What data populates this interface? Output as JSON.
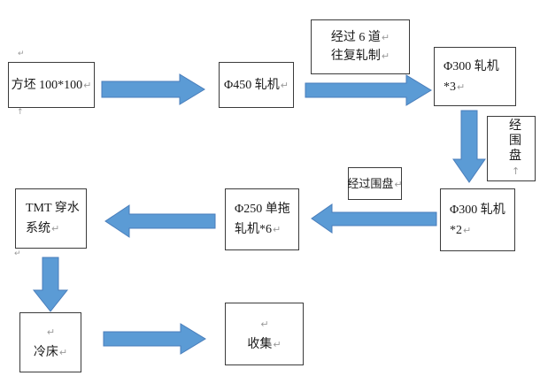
{
  "diagram_type": "flowchart",
  "nodes": {
    "billet": {
      "label": "方坯 100*100",
      "mark": "↵"
    },
    "mill_450": {
      "label": "Φ450 轧机",
      "mark": "↵"
    },
    "pass_note": {
      "line1": "经过 6 道",
      "mark1": "↵",
      "line2": "往复轧制",
      "mark2": "↵"
    },
    "mill_300_x3": {
      "line1": "Φ300 轧机",
      "line2": "*3",
      "mark": "↵"
    },
    "coil_note_vertical": {
      "label": "经围盘",
      "mark": "↑"
    },
    "mill_300_x2": {
      "line1": "Φ300 轧机",
      "line2": "*2",
      "mark": "↵"
    },
    "coil_note": {
      "label": "经过围盘",
      "mark": "↵"
    },
    "mill_250": {
      "line1": "Φ250 单拖",
      "line2": "轧机*6",
      "mark": "↵"
    },
    "tmt": {
      "line1": "TMT 穿水",
      "line2": "系统",
      "mark": "↵"
    },
    "cooling_bed": {
      "top_mark": "↵",
      "label": "冷床",
      "mark": "↵"
    },
    "collect": {
      "top_mark": "↵",
      "label": "收集",
      "mark": "↵"
    }
  },
  "formatting_marks": {
    "above_billet": "↵",
    "below_billet": "↑",
    "below_tmt": "↵"
  },
  "arrows": [
    {
      "name": "billet-to-mill450",
      "direction": "right"
    },
    {
      "name": "mill450-to-mill300x3",
      "direction": "right"
    },
    {
      "name": "mill300x3-to-mill300x2",
      "direction": "down"
    },
    {
      "name": "mill300x2-to-mill250",
      "direction": "left"
    },
    {
      "name": "mill250-to-tmt",
      "direction": "left"
    },
    {
      "name": "tmt-to-coolingbed",
      "direction": "down"
    },
    {
      "name": "coolingbed-to-collect",
      "direction": "right"
    }
  ],
  "colors": {
    "arrow_fill": "#5b9bd5",
    "arrow_stroke": "#4a7ebb",
    "box_border": "#3b3b3b",
    "text": "#1a1a1a",
    "mark": "#9a9a9a",
    "background": "#ffffff"
  }
}
